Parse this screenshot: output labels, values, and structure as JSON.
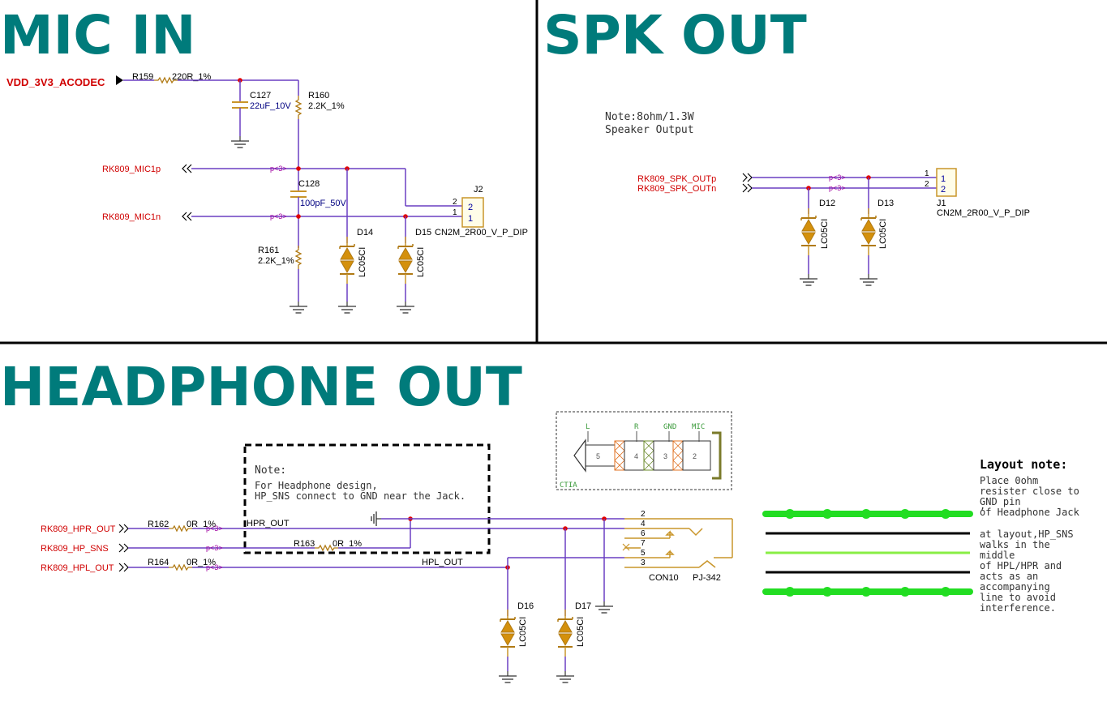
{
  "sections": {
    "mic_in": "MIC IN",
    "spk_out": "SPK OUT",
    "headphone_out": "HEADPHONE OUT"
  },
  "mic_in": {
    "power_net": "VDD_3V3_ACODEC",
    "net_mic1p": "RK809_MIC1p",
    "net_mic1n": "RK809_MIC1n",
    "offpage": "p<3>",
    "r159": {
      "ref": "R159",
      "value": "220R_1%"
    },
    "c127": {
      "ref": "C127",
      "value": "22uF_10V"
    },
    "r160": {
      "ref": "R160",
      "value": "2.2K_1%"
    },
    "c128": {
      "ref": "C128",
      "value": "100pF_50V"
    },
    "r161": {
      "ref": "R161",
      "value": "2.2K_1%"
    },
    "d14": {
      "ref": "D14",
      "value": "LC05CI"
    },
    "d15": {
      "ref": "D15",
      "value": "LC05CI"
    },
    "j2": {
      "ref": "J2",
      "part": "CN2M_2R00_V_P_DIP",
      "pins": [
        "2",
        "1"
      ]
    }
  },
  "spk_out": {
    "note_line1": "Note:8ohm/1.3W",
    "note_line2": "Speaker Output",
    "net_outp": "RK809_SPK_OUTp",
    "net_outn": "RK809_SPK_OUTn",
    "offpage": "p<3>",
    "d12": {
      "ref": "D12",
      "value": "LC05CI"
    },
    "d13": {
      "ref": "D13",
      "value": "LC05CI"
    },
    "j1": {
      "ref": "J1",
      "part": "CN2M_2R00_V_P_DIP",
      "pins": [
        "1",
        "2"
      ]
    }
  },
  "headphone_out": {
    "net_hpr": "RK809_HPR_OUT",
    "net_sns": "RK809_HP_SNS",
    "net_hpl": "RK809_HPL_OUT",
    "offpage": "p<3>",
    "r162": {
      "ref": "R162",
      "value": "0R_1%"
    },
    "r163": {
      "ref": "R163",
      "value": "0R_1%"
    },
    "r164": {
      "ref": "R164",
      "value": "0R_1%"
    },
    "label_hpr": "HPR_OUT",
    "label_hpl": "HPL_OUT",
    "note_title": "Note:",
    "note_line1": "For Headphone design,",
    "note_line2": "HP_SNS connect to GND near the Jack.",
    "d16": {
      "ref": "D16",
      "value": "LC05CI"
    },
    "d17": {
      "ref": "D17",
      "value": "LC05CI"
    },
    "con10": {
      "ref": "CON10",
      "part": "PJ-342",
      "pins": [
        "2",
        "4",
        "6",
        "7",
        "5",
        "3"
      ]
    },
    "jack_diagram": {
      "labels": [
        "L",
        "R",
        "GND",
        "MIC"
      ],
      "segments": [
        "5",
        "4",
        "3",
        "2"
      ],
      "standard": "CTIA"
    },
    "layout_note": {
      "title": "Layout note:",
      "lines": [
        "Place 0ohm",
        "resister close to",
        "GND pin",
        ",",
        "of Headphone Jack",
        "at layout,HP_SNS",
        "walks in the",
        "middle",
        "of HPL/HPR and",
        "acts as an",
        "accompanying",
        "line to avoid",
        "interference."
      ]
    }
  },
  "colors": {
    "title": "#007b7b",
    "wire": "#6a3fc2",
    "net_label": "#d00000",
    "component": "#c9952a",
    "layout_green": "#22dd22",
    "layout_lightgreen": "#88ee44"
  }
}
